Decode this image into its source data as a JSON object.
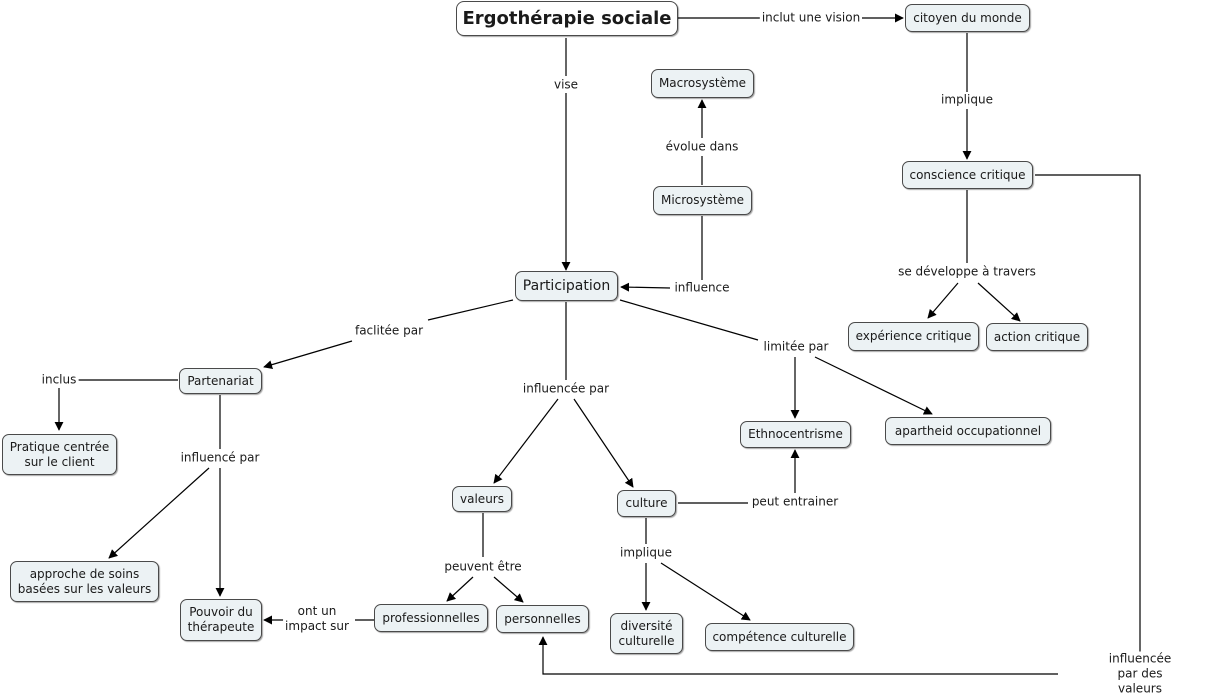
{
  "concepts": {
    "ergotherapie_sociale": "Ergothérapie sociale",
    "citoyen_du_monde": "citoyen du monde",
    "macrosysteme": "Macrosystème",
    "microsysteme": "Microsystème",
    "participation": "Participation",
    "conscience_critique": "conscience critique",
    "experience_critique": "expérience critique",
    "action_critique": "action critique",
    "partenariat": "Partenariat",
    "pratique_centree": "Pratique centrée\nsur le client",
    "approche_soins": "approche de soins\nbasées sur les valeurs",
    "pouvoir_therapeute": "Pouvoir du\nthérapeute",
    "valeurs": "valeurs",
    "culture": "culture",
    "ethnocentrisme": "Ethnocentrisme",
    "apartheid": "apartheid occupationnel",
    "professionnelles": "professionnelles",
    "personnelles": "personnelles",
    "diversite_culturelle": "diversité\nculturelle",
    "competence_culturelle": "compétence culturelle"
  },
  "links": {
    "inclut_une_vision": "inclut une vision",
    "vise": "vise",
    "implique_1": "implique",
    "evolue_dans": "évolue dans",
    "influence": "influence",
    "se_developpe": "se développe à travers",
    "facilitee_par": "faclitée par",
    "limitee_par": "limitée par",
    "influencee_par": "influencée par",
    "inclus": "inclus",
    "influence_par": "influencé par",
    "peut_entrainer": "peut entrainer",
    "implique_2": "implique",
    "peuvent_etre": "peuvent être",
    "ont_un_impact": "ont un\nimpact sur",
    "influencee_par_valeurs": "influencée par des valeurs"
  },
  "colors": {
    "concept_fill": "#ecf2f4",
    "root_fill": "#ffffff",
    "border": "#4a4a4a",
    "line": "#000000"
  }
}
